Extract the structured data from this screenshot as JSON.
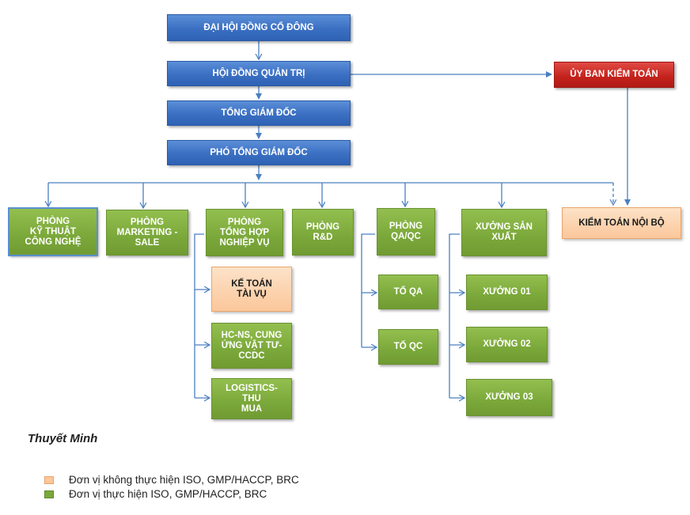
{
  "colors": {
    "executive": "#3a6fc2",
    "audit_committee": "#c3221c",
    "iso_unit": "#7ba83a",
    "non_iso_unit": "#fbc79b",
    "connector": "#4a7fc0"
  },
  "nodes": {
    "shareholders": "ĐẠI HỘI ĐỒNG CỔ ĐÔNG",
    "board": "HỘI ĐỒNG QUẢN TRỊ",
    "audit_committee": "ỦY BAN KIỂM TOÁN",
    "ceo": "TỔNG GIÁM  ĐỐC",
    "deputy_ceo": "PHÓ TỔNG GIÁM  ĐỐC",
    "tech_dept": "PHÒNG\nKỸ THUẬT\nCÔNG NGHỆ",
    "marketing_dept": "PHÒNG\nMARKETING  -\nSALE",
    "general_dept": "PHÒNG\nTỔNG HỢP\nNGHIỆP VỤ",
    "rnd_dept": "PHÒNG\nR&D",
    "qaqc_dept": "PHÒNG\nQA/QC",
    "production": "XƯỞNG  SẢN\nXUẤT",
    "internal_audit": "KIỂM TOÁN  NỘI BỘ",
    "accounting": "KẾ TOÁN\nTÀI VỤ",
    "hr_supply": "HC-NS, CUNG\nỨNG VẬT TƯ-\nCCDC",
    "logistics": "LOGISTICS- THU\nMUA",
    "qa_team": "TỔ QA",
    "qc_team": "TỔ QC",
    "workshop_1": "XƯỞNG 01",
    "workshop_2": "XƯỞNG 02",
    "workshop_3": "XƯỞNG 03"
  },
  "legend": {
    "title": "Thuyết Minh",
    "items": [
      {
        "label": "Đơn vị không thực hiện ISO, GMP/HACCP, BRC",
        "color": "#fbc79b"
      },
      {
        "label": "Đơn vị thực hiện ISO, GMP/HACCP, BRC",
        "color": "#7ba83a"
      }
    ]
  }
}
